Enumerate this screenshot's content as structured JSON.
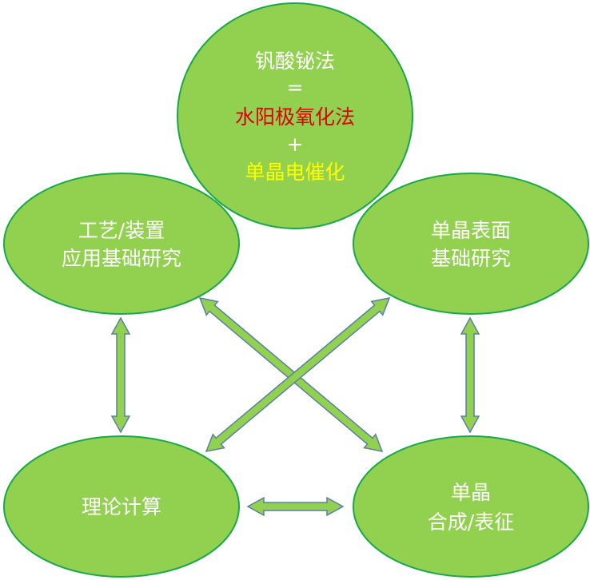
{
  "colors": {
    "node_fill": "#92d050",
    "node_stroke": "#18a84a",
    "arrow_fill": "#92d050",
    "arrow_stroke": "#5a7fa8",
    "text_white": "#ffffff",
    "text_red": "#e00000",
    "text_yellow": "#ffff00"
  },
  "nodes": {
    "top": {
      "line1": "钒酸铋法",
      "line2": "=",
      "line3": "水阳极氧化法",
      "line4": "+",
      "line5": "单晶电催化"
    },
    "top_left": {
      "line1": "工艺/装置",
      "line2": "应用基础研究"
    },
    "top_right": {
      "line1": "单晶表面",
      "line2": "基础研究"
    },
    "bottom_left": {
      "line1": "理论计算"
    },
    "bottom_right": {
      "line1": "单晶",
      "line2": "合成/表征"
    }
  },
  "arrows": [
    {
      "id": "top-left-to-bottom-left",
      "type": "bidirectional"
    },
    {
      "id": "top-right-to-bottom-right",
      "type": "bidirectional"
    },
    {
      "id": "bottom-left-to-bottom-right",
      "type": "bidirectional"
    },
    {
      "id": "top-left-to-bottom-right",
      "type": "bidirectional"
    },
    {
      "id": "top-right-to-bottom-left",
      "type": "bidirectional"
    }
  ]
}
